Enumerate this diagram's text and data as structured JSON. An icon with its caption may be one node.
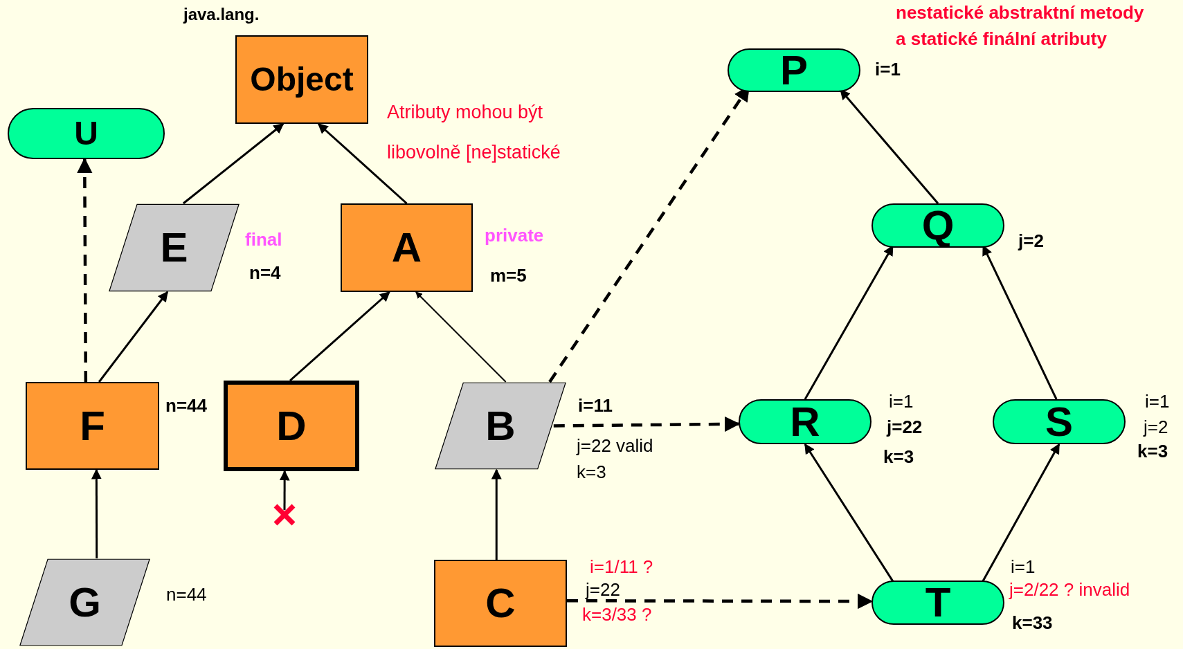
{
  "diagram": {
    "nodes": [
      {
        "text": [
          "Object"
        ],
        "beside": [
          "java.lang."
        ]
      },
      {
        "text": [
          "P"
        ],
        "beside": [
          "i=1"
        ]
      },
      {
        "text": [
          "U"
        ]
      },
      {
        "text": [
          "E"
        ],
        "beside": [
          "final",
          "n=4"
        ]
      },
      {
        "text": [
          "A"
        ],
        "beside": [
          "private",
          "m=5"
        ]
      },
      {
        "text": [
          "Q"
        ],
        "beside": [
          "j=2"
        ]
      },
      {
        "text": [
          "F"
        ],
        "beside": [
          "n=44"
        ]
      },
      {
        "text": [
          "D"
        ]
      },
      {
        "text": [
          "B"
        ],
        "beside": [
          "i=11",
          "j=22 valid",
          "k=3"
        ]
      },
      {
        "text": [
          "R"
        ],
        "beside": [
          "i=1",
          "j=22",
          "k=3"
        ]
      },
      {
        "text": [
          "S"
        ],
        "beside": [
          "i=1",
          "j=2",
          "k=3"
        ]
      },
      {
        "text": [],
        "shape": "cross"
      },
      {
        "text": [
          "G"
        ],
        "beside": [
          "n=44"
        ]
      },
      {
        "text": [
          "C"
        ],
        "beside": [
          "i=1/11 ?",
          "j=22",
          "k=3/33 ?"
        ]
      },
      {
        "text": [
          "T"
        ],
        "beside": [
          "i=1",
          "j=2/22 ?  invalid",
          "k=33"
        ]
      }
    ],
    "edges": [
      {
        "from": 3,
        "to": 0,
        "arrow": "to"
      },
      {
        "from": 4,
        "to": 0,
        "arrow": "to"
      },
      {
        "from": 6,
        "to": 3,
        "arrow": "to"
      },
      {
        "from": 6,
        "to": 2,
        "arrow": "to",
        "style": "dashed"
      },
      {
        "from": 12,
        "to": 6,
        "arrow": "to"
      },
      {
        "from": 7,
        "to": 4,
        "arrow": "to"
      },
      {
        "from": 8,
        "to": 4,
        "arrow": "to"
      },
      {
        "from": 8,
        "to": 1,
        "arrow": "to",
        "style": "dashed"
      },
      {
        "from": 8,
        "to": 9,
        "arrow": "to",
        "style": "dashed"
      },
      {
        "from": 13,
        "to": 8,
        "arrow": "to"
      },
      {
        "from": 13,
        "to": 14,
        "arrow": "to",
        "style": "dashed"
      },
      {
        "from": 5,
        "to": 1,
        "arrow": "to"
      },
      {
        "from": 9,
        "to": 5,
        "arrow": "to"
      },
      {
        "from": 10,
        "to": 5,
        "arrow": "to"
      },
      {
        "from": 14,
        "to": 9,
        "arrow": "to"
      },
      {
        "from": 14,
        "to": 10,
        "arrow": "to"
      },
      {
        "from": 11,
        "to": 7,
        "arrow": "to"
      }
    ],
    "labels": [
      "nestatické abstraktní metody",
      "a statické finální atributy",
      "Atributy mohou být",
      "libovolně [ne]statické"
    ]
  }
}
